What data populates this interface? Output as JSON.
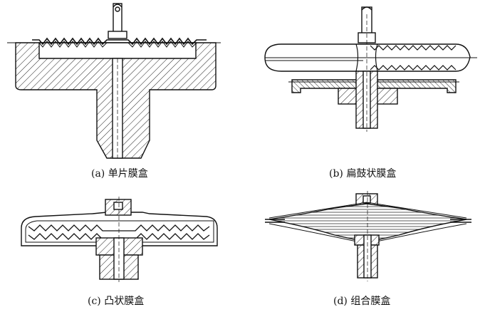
{
  "captions": {
    "a": "(a)  单片膜盒",
    "b": "(b)  扁鼓状膜盒",
    "c": "(c)  凸状膜盒",
    "d": "(d)  组合膜盒"
  }
}
